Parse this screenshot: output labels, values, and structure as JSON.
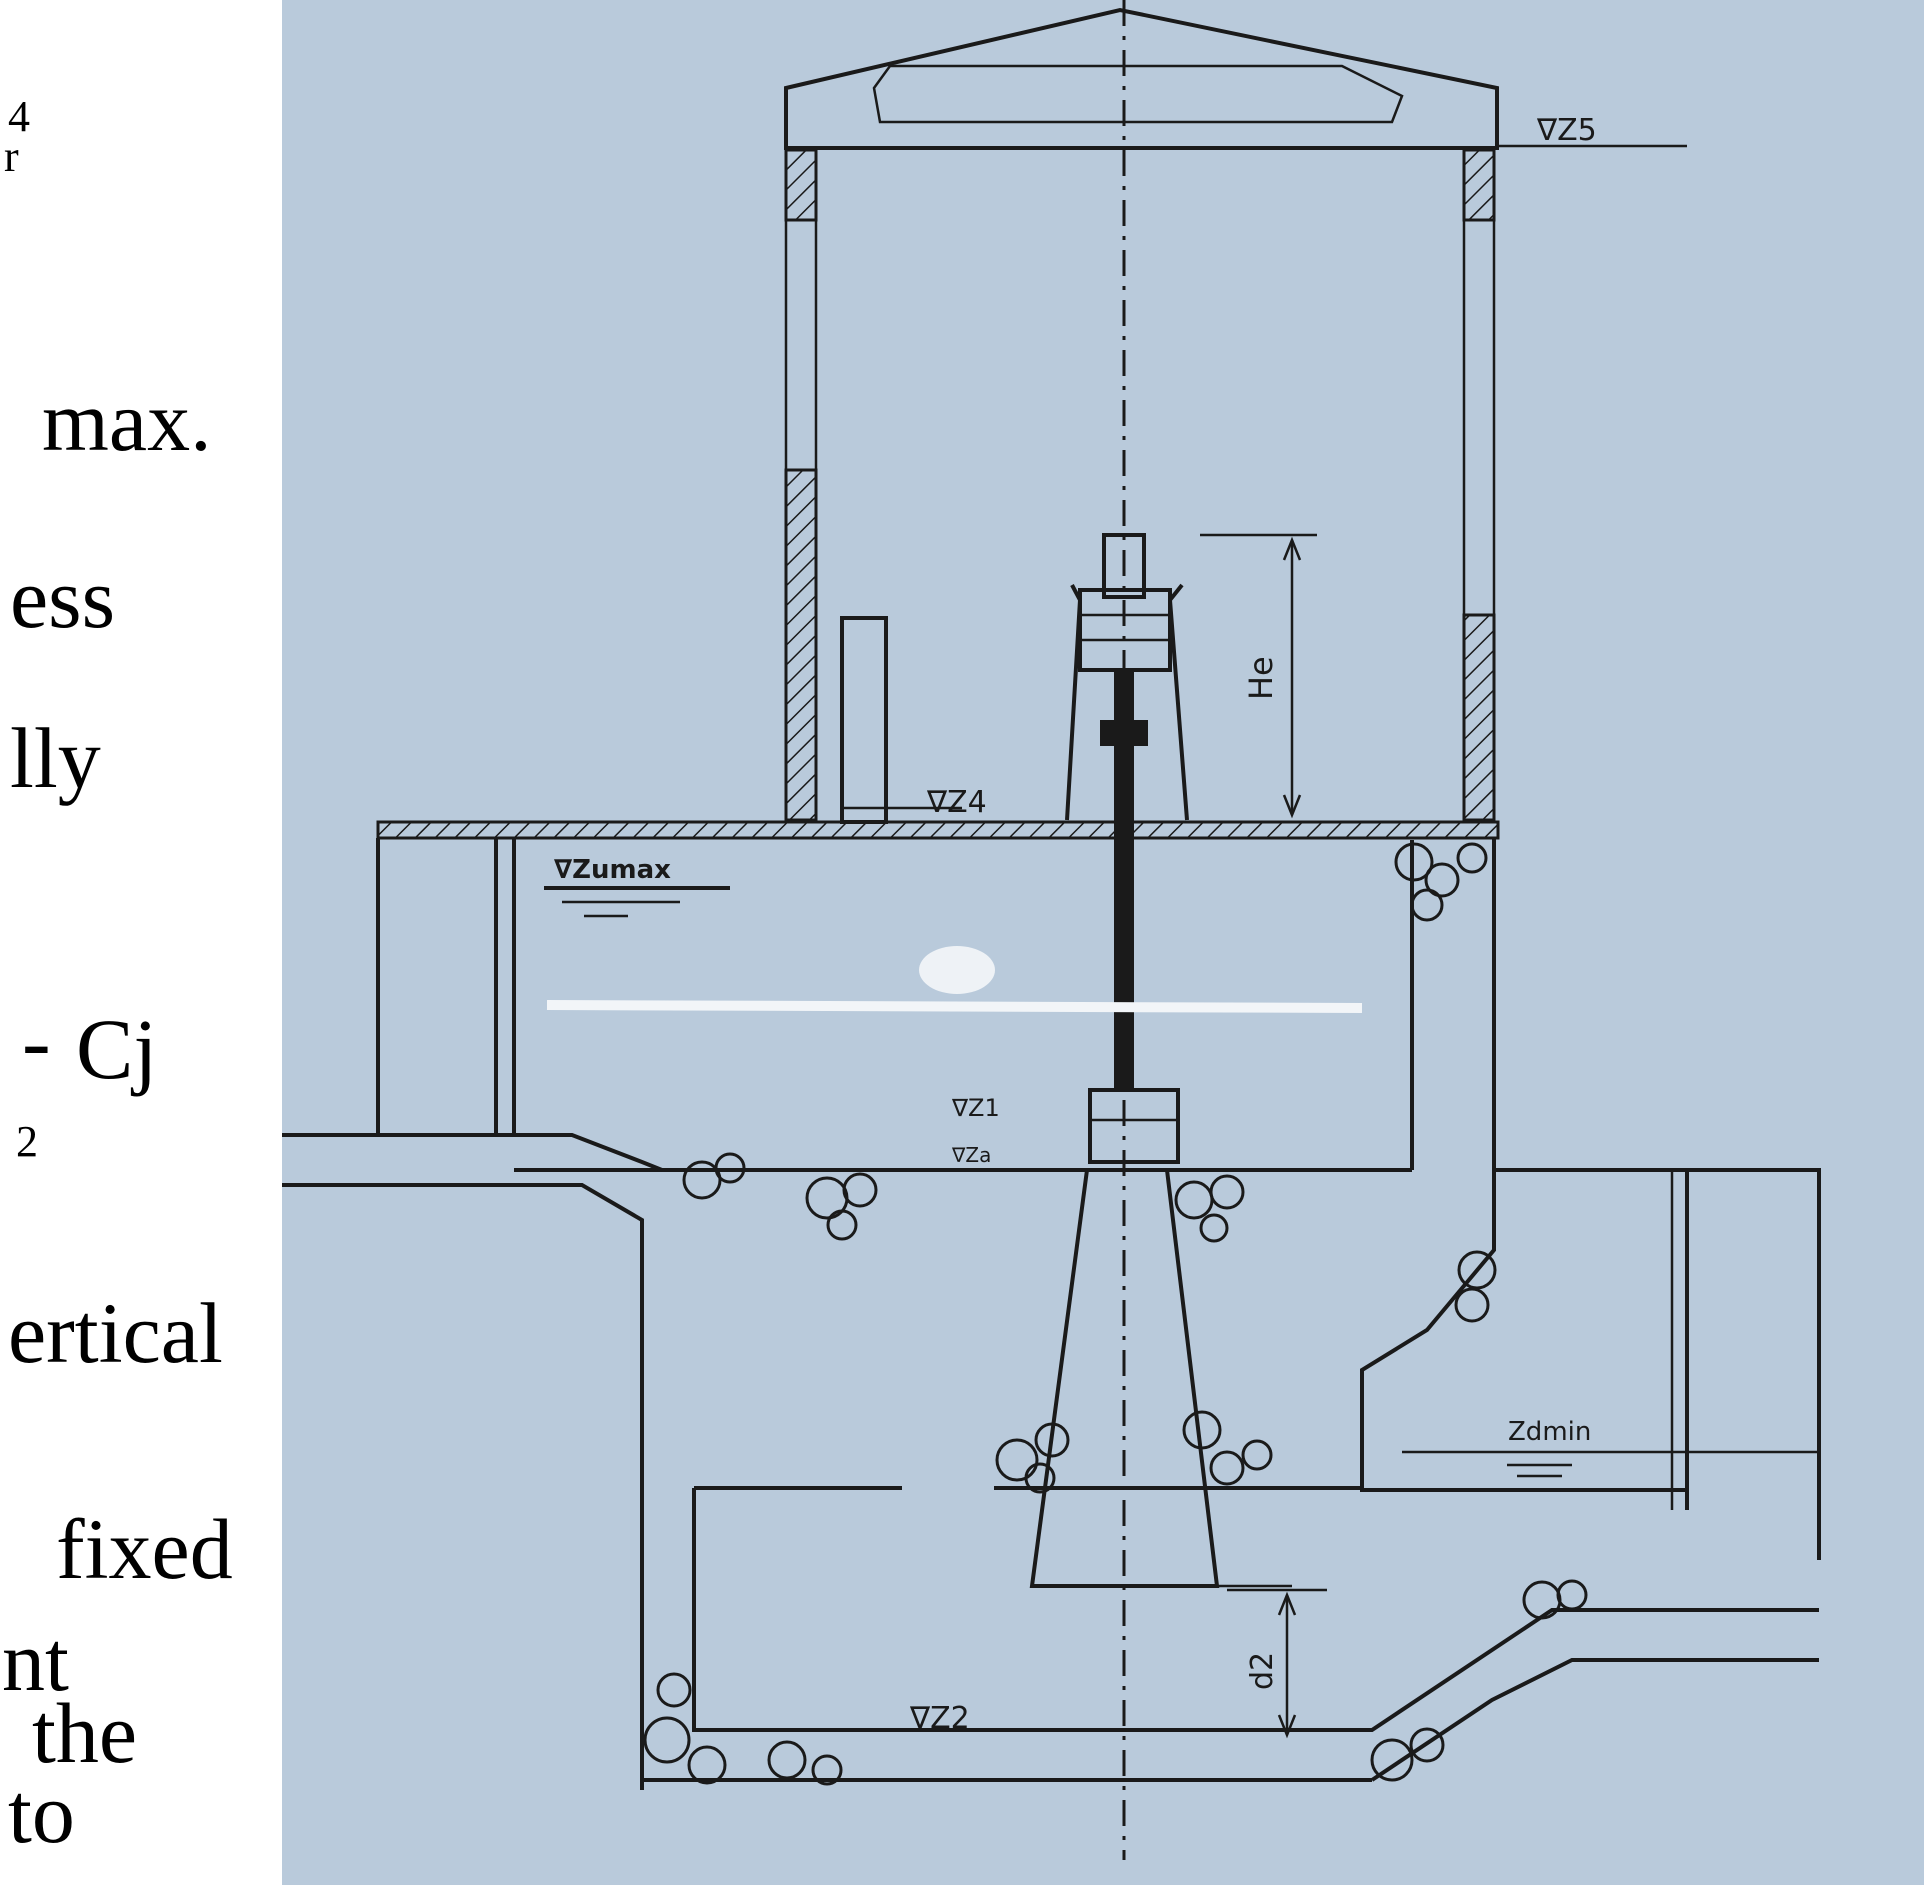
{
  "left_text": {
    "frag_1": "4",
    "frag_2": "r",
    "frag_3": "max.",
    "frag_4": "ess",
    "frag_5": "lly",
    "frag_6": "-",
    "frag_7": "Cj",
    "frag_8": "2",
    "frag_9": "ertical",
    "frag_10": "fixed",
    "frag_11": "nt",
    "frag_12": "the",
    "frag_13": "to"
  },
  "drawing": {
    "labels": {
      "z5": "∇Z5",
      "z4": "∇Z4",
      "zumax": "∇Zumax",
      "he": "He",
      "z1": "∇Z1",
      "za": "∇Za",
      "zdmin": "Zdmin",
      "z2": "∇Z2",
      "d2": "d2"
    }
  },
  "colors": {
    "panel": "#b9cadb",
    "ink": "#1a1a1a",
    "text": "#000000"
  }
}
